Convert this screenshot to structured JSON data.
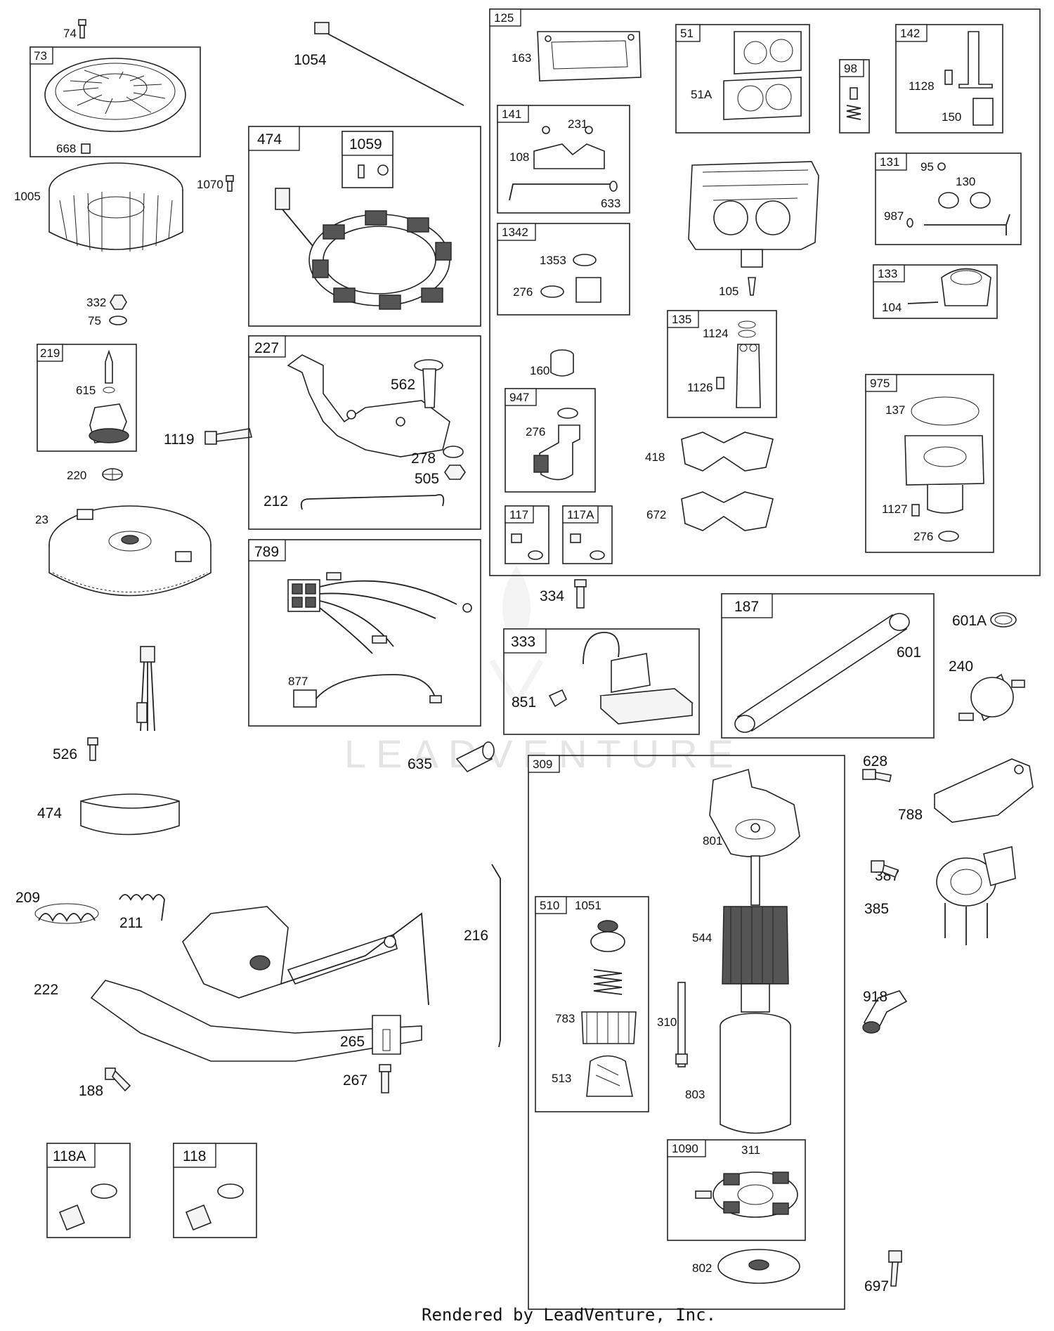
{
  "watermark": "LEADVENTURE",
  "footer": "Rendered by LeadVenture, Inc.",
  "boxes": {
    "b73": "73",
    "b474": "474",
    "b1059": "1059",
    "b219": "219",
    "b227": "227",
    "b789": "789",
    "b125": "125",
    "b141": "141",
    "b1342": "1342",
    "b51": "51",
    "b98": "98",
    "b142": "142",
    "b131": "131",
    "b133": "133",
    "b135": "135",
    "b947": "947",
    "b117": "117",
    "b117A": "117A",
    "b975": "975",
    "b333": "333",
    "b187": "187",
    "b309": "309",
    "b510": "510",
    "b1090": "1090",
    "b118A": "118A",
    "b118": "118"
  },
  "callouts": {
    "c74": "74",
    "c668": "668",
    "c1005": "1005",
    "c1070": "1070",
    "c332": "332",
    "c75": "75",
    "c615": "615",
    "c220": "220",
    "c1119": "1119",
    "c23": "23",
    "c1054": "1054",
    "c562": "562",
    "c278": "278",
    "c505": "505",
    "c212": "212",
    "c877": "877",
    "c526": "526",
    "c474b": "474",
    "c209": "209",
    "c211": "211",
    "c222": "222",
    "c216": "216",
    "c265": "265",
    "c267": "267",
    "c188": "188",
    "c163": "163",
    "c231": "231",
    "c108": "108",
    "c633": "633",
    "c1353": "1353",
    "c276a": "276",
    "c51A": "51A",
    "c1128": "1128",
    "c150": "150",
    "c95": "95",
    "c130": "130",
    "c987": "987",
    "c104": "104",
    "c105": "105",
    "c1124": "1124",
    "c1126": "1126",
    "c160": "160",
    "c276b": "276",
    "c418": "418",
    "c672": "672",
    "c137": "137",
    "c1127": "1127",
    "c276c": "276",
    "c334": "334",
    "c851": "851",
    "c635": "635",
    "c601": "601",
    "c601A": "601A",
    "c240": "240",
    "c628": "628",
    "c788": "788",
    "c387": "387",
    "c385": "385",
    "c918": "918",
    "c697": "697",
    "c801": "801",
    "c544": "544",
    "c310": "310",
    "c803": "803",
    "c1051": "1051",
    "c783": "783",
    "c513": "513",
    "c311": "311",
    "c802": "802"
  },
  "colors": {
    "ink": "#222222",
    "paper": "#ffffff",
    "watermark": "#e4e4e4"
  }
}
